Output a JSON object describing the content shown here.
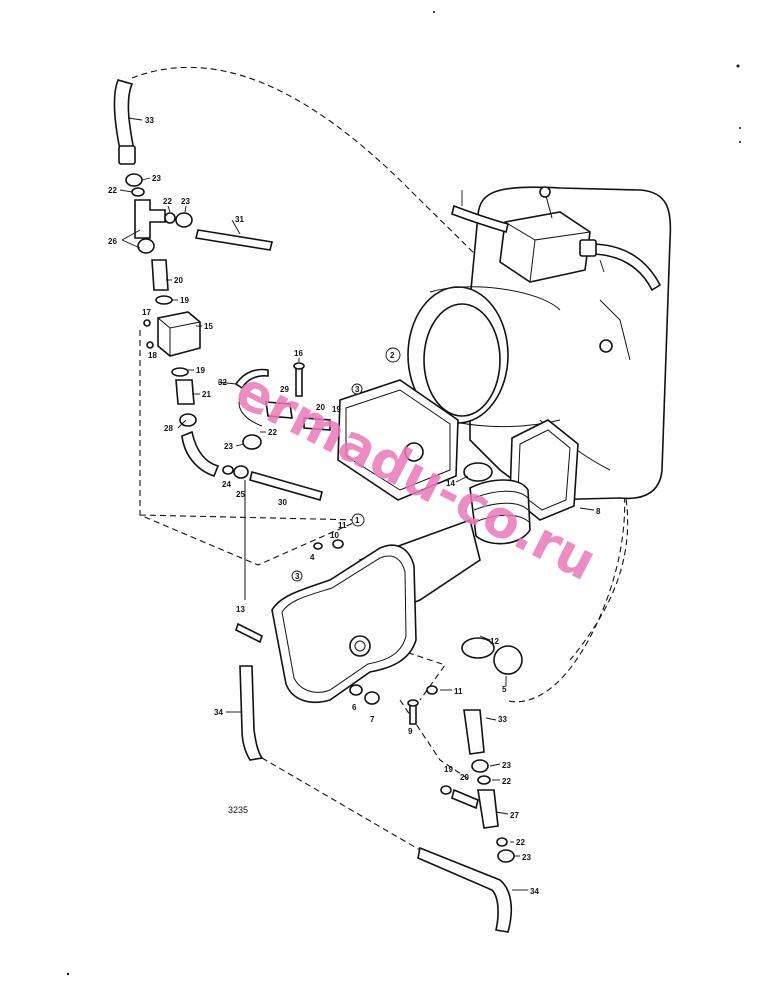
{
  "drawing_number": "3235",
  "watermark": "ermadu-co.ru",
  "circled_refs": [
    "1",
    "2",
    "3",
    "3"
  ],
  "part_labels": [
    "33",
    "23",
    "22",
    "22",
    "23",
    "31",
    "26",
    "20",
    "19",
    "17",
    "15",
    "18",
    "16",
    "32",
    "19",
    "21",
    "29",
    "20",
    "19",
    "22",
    "28",
    "23",
    "24",
    "25",
    "30",
    "14",
    "8",
    "11",
    "10",
    "4",
    "13",
    "12",
    "5",
    "34",
    "6",
    "7",
    "11",
    "9",
    "33",
    "19",
    "20",
    "23",
    "22",
    "27",
    "22",
    "23",
    "34"
  ]
}
